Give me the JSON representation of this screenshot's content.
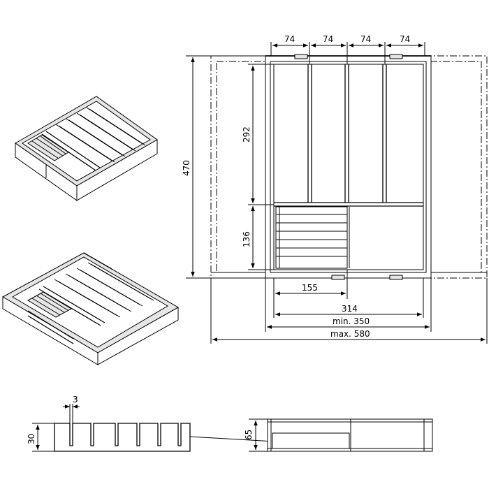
{
  "dimensions": {
    "compartment_widths": [
      "74",
      "74",
      "74",
      "74"
    ],
    "height_upper": "292",
    "height_lower": "136",
    "overall_depth": "470",
    "left_block_width": "155",
    "inner_width": "314",
    "min_width": "min. 350",
    "max_width": "max. 580",
    "insert_slot": "3",
    "insert_height": "30",
    "side_height": "65"
  }
}
